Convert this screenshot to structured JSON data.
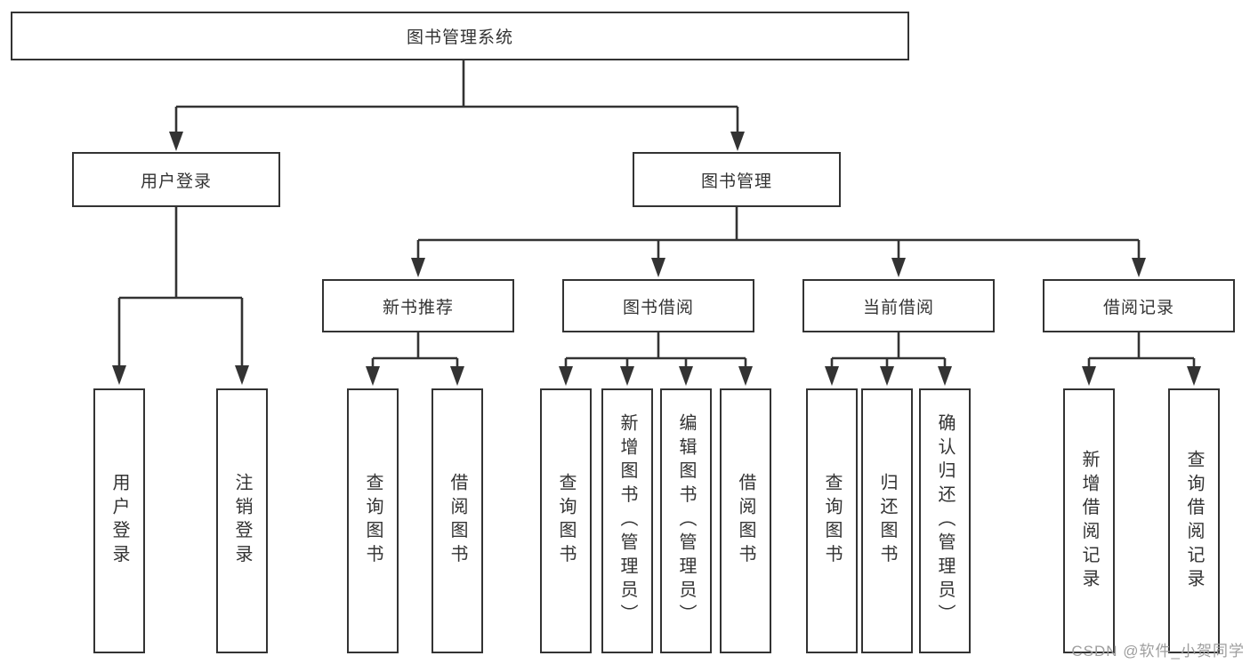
{
  "tree": {
    "label": "图书管理系统",
    "children": [
      {
        "label": "用户登录",
        "children": [
          {
            "label": "用户登录"
          },
          {
            "label": "注销登录"
          }
        ]
      },
      {
        "label": "图书管理",
        "children": [
          {
            "label": "新书推荐",
            "children": [
              {
                "label": "查询图书"
              },
              {
                "label": "借阅图书"
              }
            ]
          },
          {
            "label": "图书借阅",
            "children": [
              {
                "label": "查询图书"
              },
              {
                "label": "新增图书（管理员）"
              },
              {
                "label": "编辑图书（管理员）"
              },
              {
                "label": "借阅图书"
              }
            ]
          },
          {
            "label": "当前借阅",
            "children": [
              {
                "label": "查询图书"
              },
              {
                "label": "归还图书"
              },
              {
                "label": "确认归还（管理员）"
              }
            ]
          },
          {
            "label": "借阅记录",
            "children": [
              {
                "label": "新增借阅记录"
              },
              {
                "label": "查询借阅记录"
              }
            ]
          }
        ]
      }
    ]
  },
  "watermark": "CSDN @软件_小贺同学",
  "colors": {
    "line": "#333333",
    "background": "#ffffff",
    "watermark": "#9e9e9e"
  }
}
